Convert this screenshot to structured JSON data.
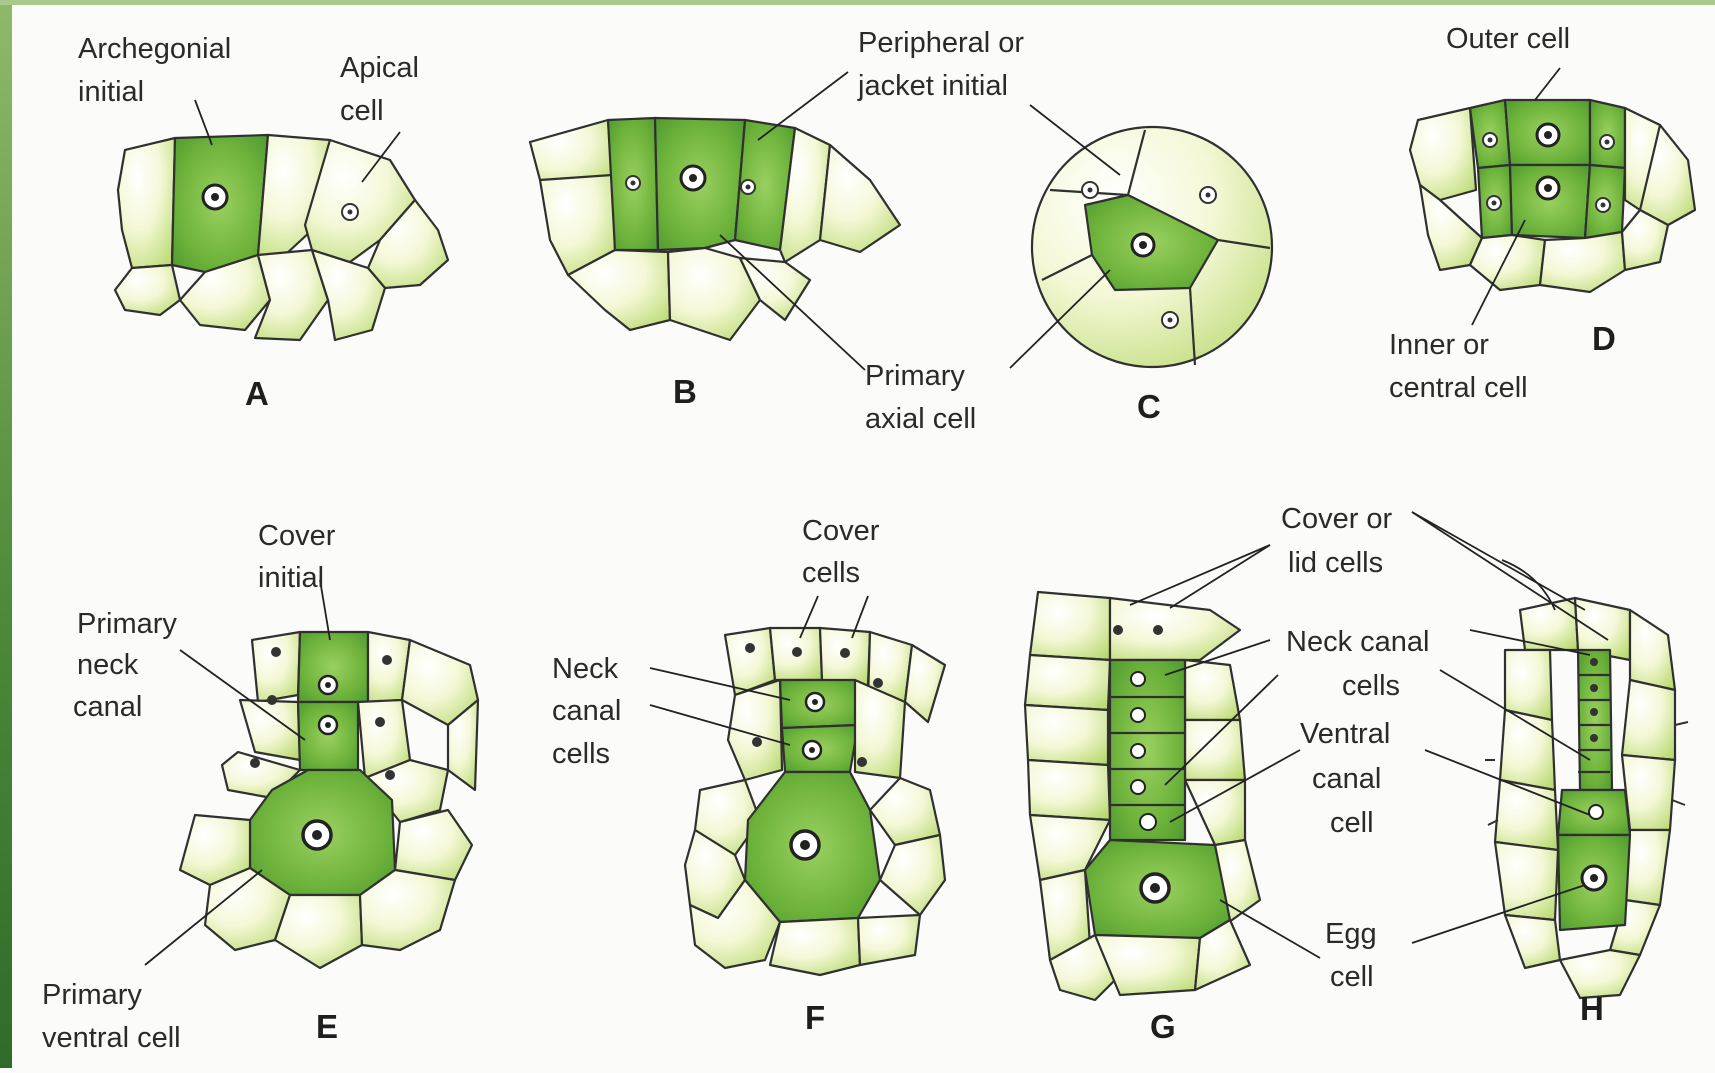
{
  "colors": {
    "pale_cell": "#f3f7d2",
    "green_cell": "#7cc04a",
    "dark_green": "#4f9a2f",
    "outline": "#303030",
    "frame": "#4f8b3a"
  },
  "panels": {
    "A": {
      "letter": "A",
      "labels": {
        "archegonial_initial": [
          "Archegonial",
          "initial"
        ],
        "apical_cell": [
          "Apical",
          "cell"
        ]
      }
    },
    "B": {
      "letter": "B",
      "labels": {
        "peripheral_initial": [
          "Peripheral or",
          "jacket initial"
        ],
        "primary_axial": [
          "Primary",
          "axial cell"
        ]
      }
    },
    "C": {
      "letter": "C"
    },
    "D": {
      "letter": "D",
      "labels": {
        "outer_cell": [
          "Outer cell"
        ],
        "inner_cell": [
          "Inner or",
          "central cell"
        ]
      }
    },
    "E": {
      "letter": "E",
      "labels": {
        "cover_initial": [
          "Cover",
          "initial"
        ],
        "primary_neck_canal": [
          "Primary",
          "neck",
          "canal"
        ],
        "primary_ventral": [
          "Primary",
          "ventral cell"
        ]
      }
    },
    "F": {
      "letter": "F",
      "labels": {
        "cover_cells": [
          "Cover",
          "cells"
        ],
        "neck_canal_cells": [
          "Neck",
          "canal",
          "cells"
        ]
      }
    },
    "G": {
      "letter": "G",
      "labels": {
        "cover_lid": [
          "Cover or",
          "lid cells"
        ],
        "neck_canal": [
          "Neck canal",
          "cells"
        ],
        "ventral_canal": [
          "Ventral",
          "canal",
          "cell"
        ],
        "egg_cell": [
          "Egg",
          "cell"
        ]
      }
    },
    "H": {
      "letter": "H"
    }
  }
}
